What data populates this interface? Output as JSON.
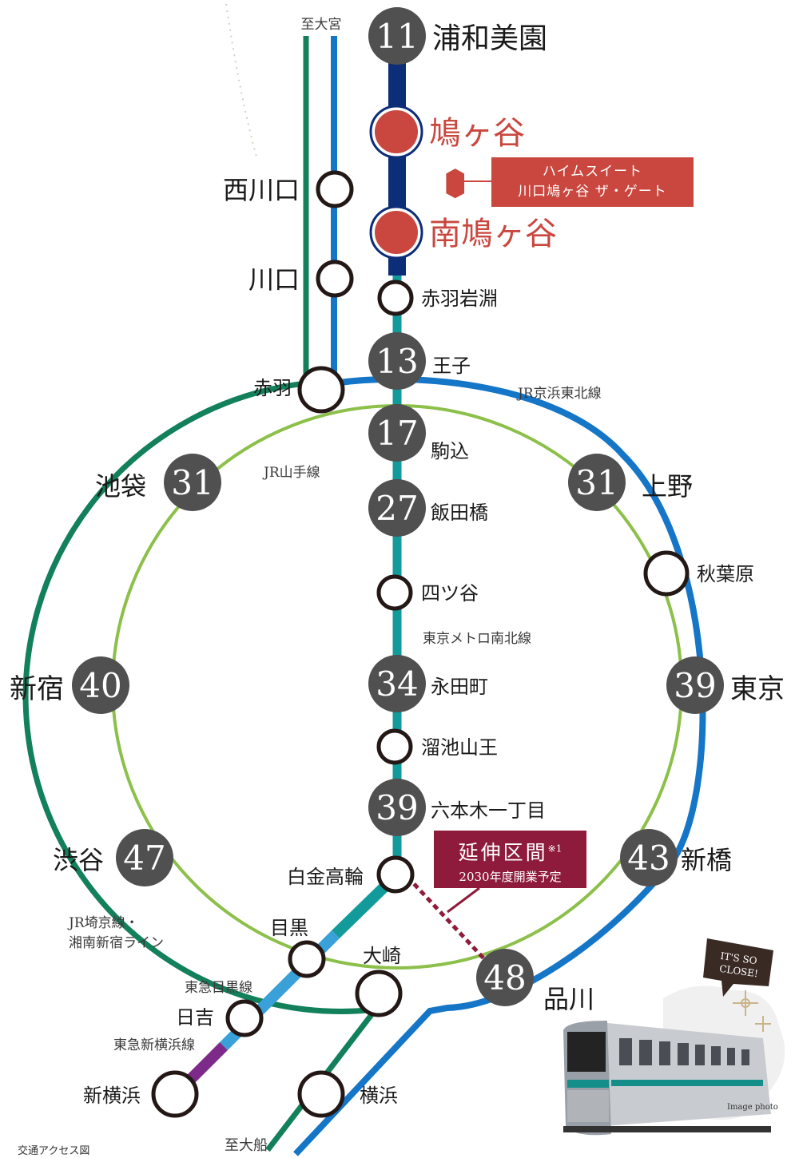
{
  "colors": {
    "saitama_railway": "#0c2d78",
    "nanboku": "#139b9b",
    "keihin_tohoku": "#1576c8",
    "yamanote": "#8cc04a",
    "saikyo": "#12805a",
    "meguro": "#3aa0d8",
    "shin_yokohama": "#7d2a8a",
    "station_circle": "#505050",
    "highlight_station": "#c9473f",
    "extension": "#8e1b3c"
  },
  "directions": {
    "top": "至大宮",
    "bottom": "至大船"
  },
  "lines": {
    "keihin_tohoku": "JR京浜東北線",
    "yamanote": "JR山手線",
    "nanboku": "東京メトロ南北線",
    "saikyo_1": "JR埼京線・",
    "saikyo_2": "湘南新宿ライン",
    "meguro": "東急目黒線",
    "shin_yokohama": "東急新横浜線"
  },
  "stations": {
    "urawa_misono": {
      "num": "11",
      "name": "浦和美園"
    },
    "hatogaya": {
      "name": "鳩ヶ谷"
    },
    "minami_hatogaya": {
      "name": "南鳩ヶ谷"
    },
    "akabane_iwabuchi": {
      "name": "赤羽岩淵"
    },
    "oji": {
      "num": "13",
      "name": "王子"
    },
    "komagome": {
      "num": "17",
      "name": "駒込"
    },
    "iidabashi": {
      "num": "27",
      "name": "飯田橋"
    },
    "yotsuya": {
      "name": "四ツ谷"
    },
    "nagatacho": {
      "num": "34",
      "name": "永田町"
    },
    "tameike_sanno": {
      "name": "溜池山王"
    },
    "roppongi_itchome": {
      "num": "39",
      "name": "六本木一丁目"
    },
    "shirokane_takanawa": {
      "name": "白金高輪"
    },
    "nishi_kawaguchi": {
      "name": "西川口"
    },
    "kawaguchi": {
      "name": "川口"
    },
    "akabane": {
      "name": "赤羽"
    },
    "ikebukuro": {
      "num": "31",
      "name": "池袋"
    },
    "ueno": {
      "num": "31",
      "name": "上野"
    },
    "akihabara": {
      "name": "秋葉原"
    },
    "shinjuku": {
      "num": "40",
      "name": "新宿"
    },
    "tokyo": {
      "num": "39",
      "name": "東京"
    },
    "shibuya": {
      "num": "47",
      "name": "渋谷"
    },
    "shimbashi": {
      "num": "43",
      "name": "新橋"
    },
    "meguro": {
      "name": "目黒"
    },
    "osaki": {
      "name": "大崎"
    },
    "shinagawa": {
      "num": "48",
      "name": "品川"
    },
    "hiyoshi": {
      "name": "日吉"
    },
    "shin_yokohama": {
      "name": "新横浜"
    },
    "yokohama": {
      "name": "横浜"
    }
  },
  "callout": {
    "line1": "ハイムスイート",
    "line2": "川口鳩ヶ谷 ザ・ゲート"
  },
  "extension": {
    "title": "延伸区間",
    "note_mark": "※1",
    "subtitle": "2030年度開業予定"
  },
  "photo": {
    "badge_line1": "IT'S SO",
    "badge_line2": "CLOSE!",
    "caption": "Image photo"
  },
  "footer": {
    "caption": "交通アクセス図"
  }
}
